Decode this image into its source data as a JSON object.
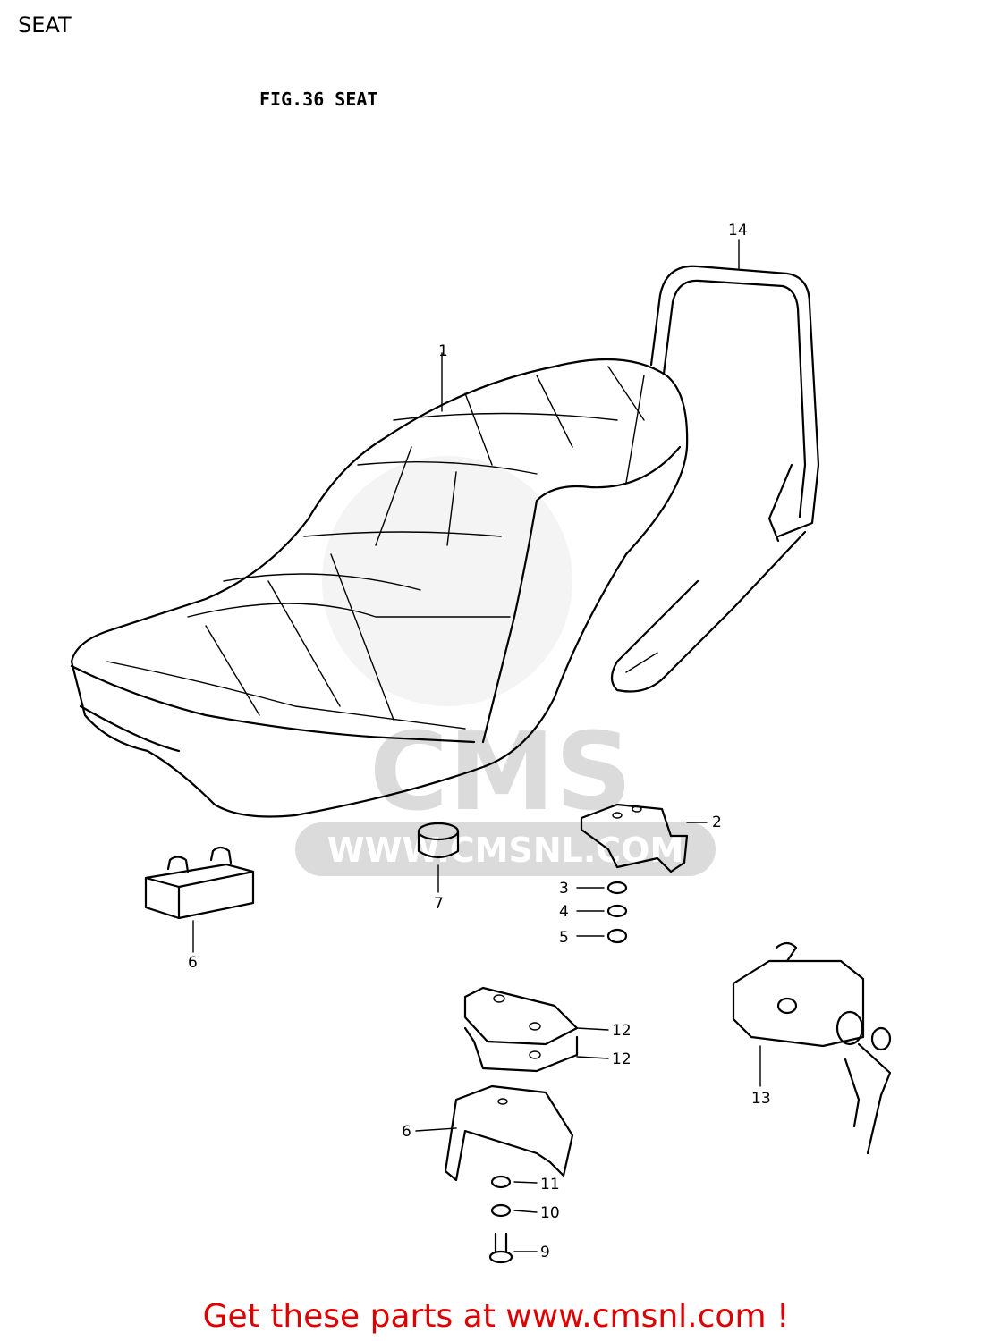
{
  "page": {
    "title": "SEAT"
  },
  "figure": {
    "caption": "FIG.36  SEAT"
  },
  "watermark": {
    "text_main": "CMS",
    "text_url": "WWW.CMSNL.COM"
  },
  "callouts": {
    "c1": "1",
    "c2": "2",
    "c3": "3",
    "c4": "4",
    "c5": "5",
    "c6a": "6",
    "c6b": "6",
    "c7": "7",
    "c9": "9",
    "c10": "10",
    "c11": "11",
    "c12a": "12",
    "c12b": "12",
    "c13": "13",
    "c14": "14"
  },
  "footer": {
    "text": "Get these parts at www.cmsnl.com !",
    "color": "#dd0000"
  }
}
